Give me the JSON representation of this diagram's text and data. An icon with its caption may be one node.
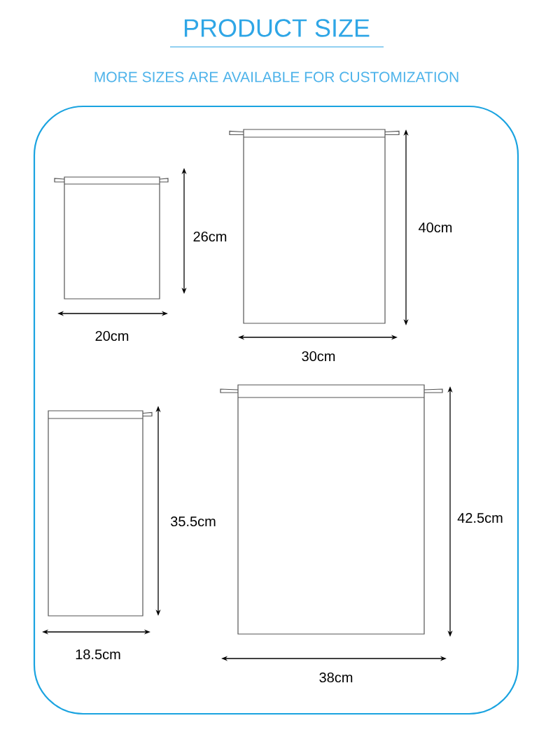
{
  "diagram": {
    "title": "PRODUCT SIZE",
    "labels": [
      "MORE SIZES ARE AVAILABLE FOR CUSTOMIZATION",
      "26cm",
      "40cm",
      "20cm",
      "30cm",
      "35.5cm",
      "42.5cm",
      "18.5cm",
      "38cm"
    ]
  }
}
